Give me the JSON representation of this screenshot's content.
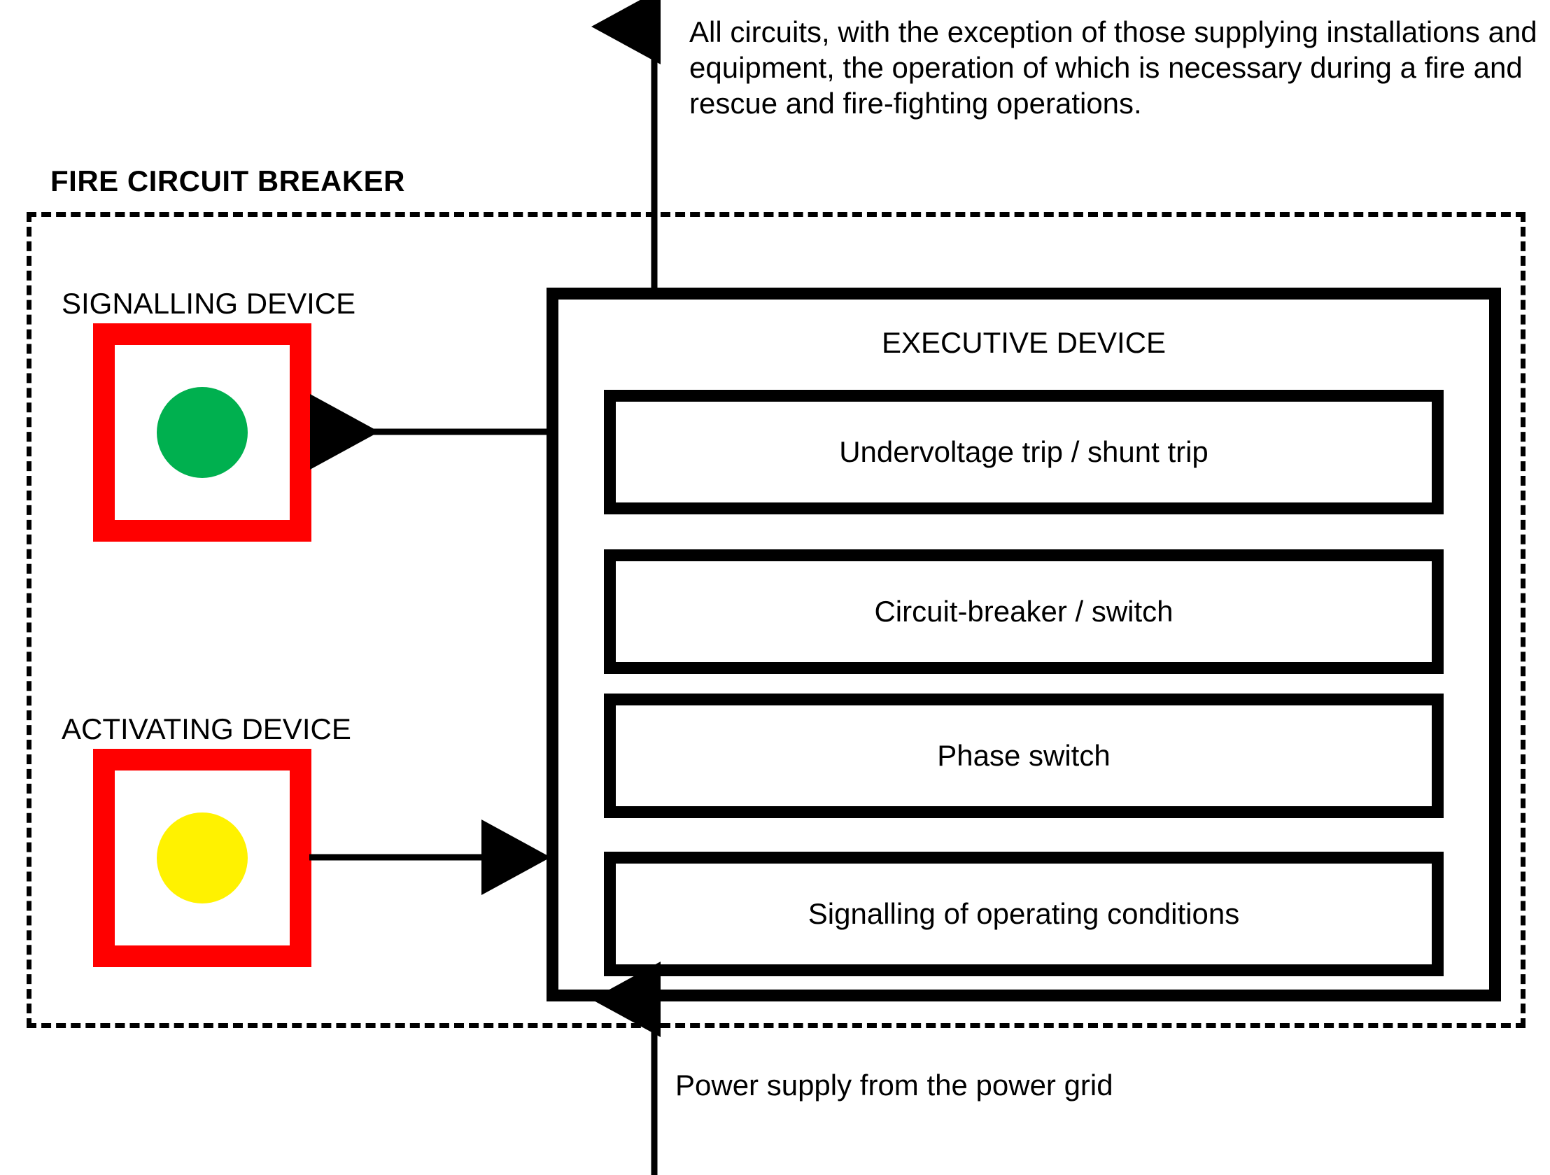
{
  "diagram": {
    "enclosure_title": "FIRE CIRCUIT BREAKER",
    "signalling_device_label": "SIGNALLING DEVICE",
    "activating_device_label": "ACTIVATING DEVICE",
    "executive_device_title": "EXECUTIVE DEVICE",
    "modules": [
      {
        "label": "Undervoltage trip / shunt trip"
      },
      {
        "label": "Circuit-breaker / switch"
      },
      {
        "label": "Phase switch"
      },
      {
        "label": "Signalling of operating conditions"
      }
    ],
    "annotations": {
      "top_output": "All circuits, with the exception of those supplying installations and equipment, the operation of which is necessary during a fire and rescue and fire-fighting operations.",
      "bottom_input": "Power supply from the power grid"
    },
    "indicators": {
      "signalling_lamp": "green-indicator-lamp",
      "activating_lamp": "yellow-indicator-lamp"
    },
    "colors": {
      "indicator_frame": "#FF0000",
      "signalling_lamp": "#00B04F",
      "activating_lamp": "#FFF200",
      "line": "#000000",
      "background": "#FFFFFF"
    }
  }
}
